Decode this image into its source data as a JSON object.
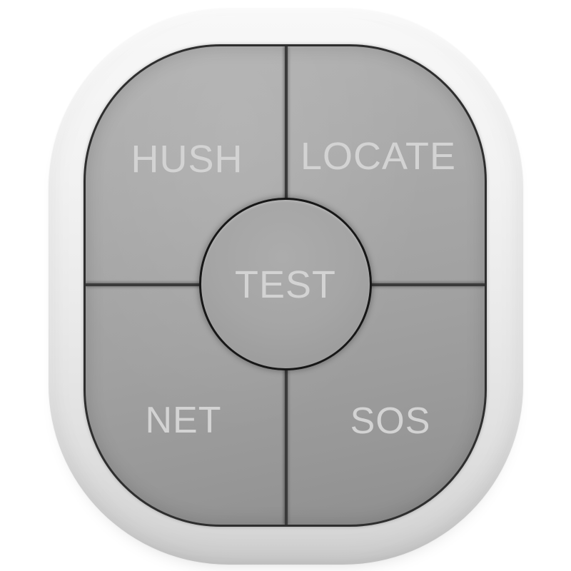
{
  "device": {
    "buttons": [
      {
        "id": "hush",
        "label": "HUSH"
      },
      {
        "id": "locate",
        "label": "LOCATE"
      },
      {
        "id": "test",
        "label": "TEST"
      },
      {
        "id": "net",
        "label": "NET"
      },
      {
        "id": "sos",
        "label": "SOS"
      }
    ],
    "colors": {
      "background": "#ffffff",
      "body": "#ececec",
      "panel": "#a4a4a4",
      "label_text": "#d3d3d3",
      "divider": "#2e2e2e",
      "circle_outline": "#171717"
    }
  }
}
